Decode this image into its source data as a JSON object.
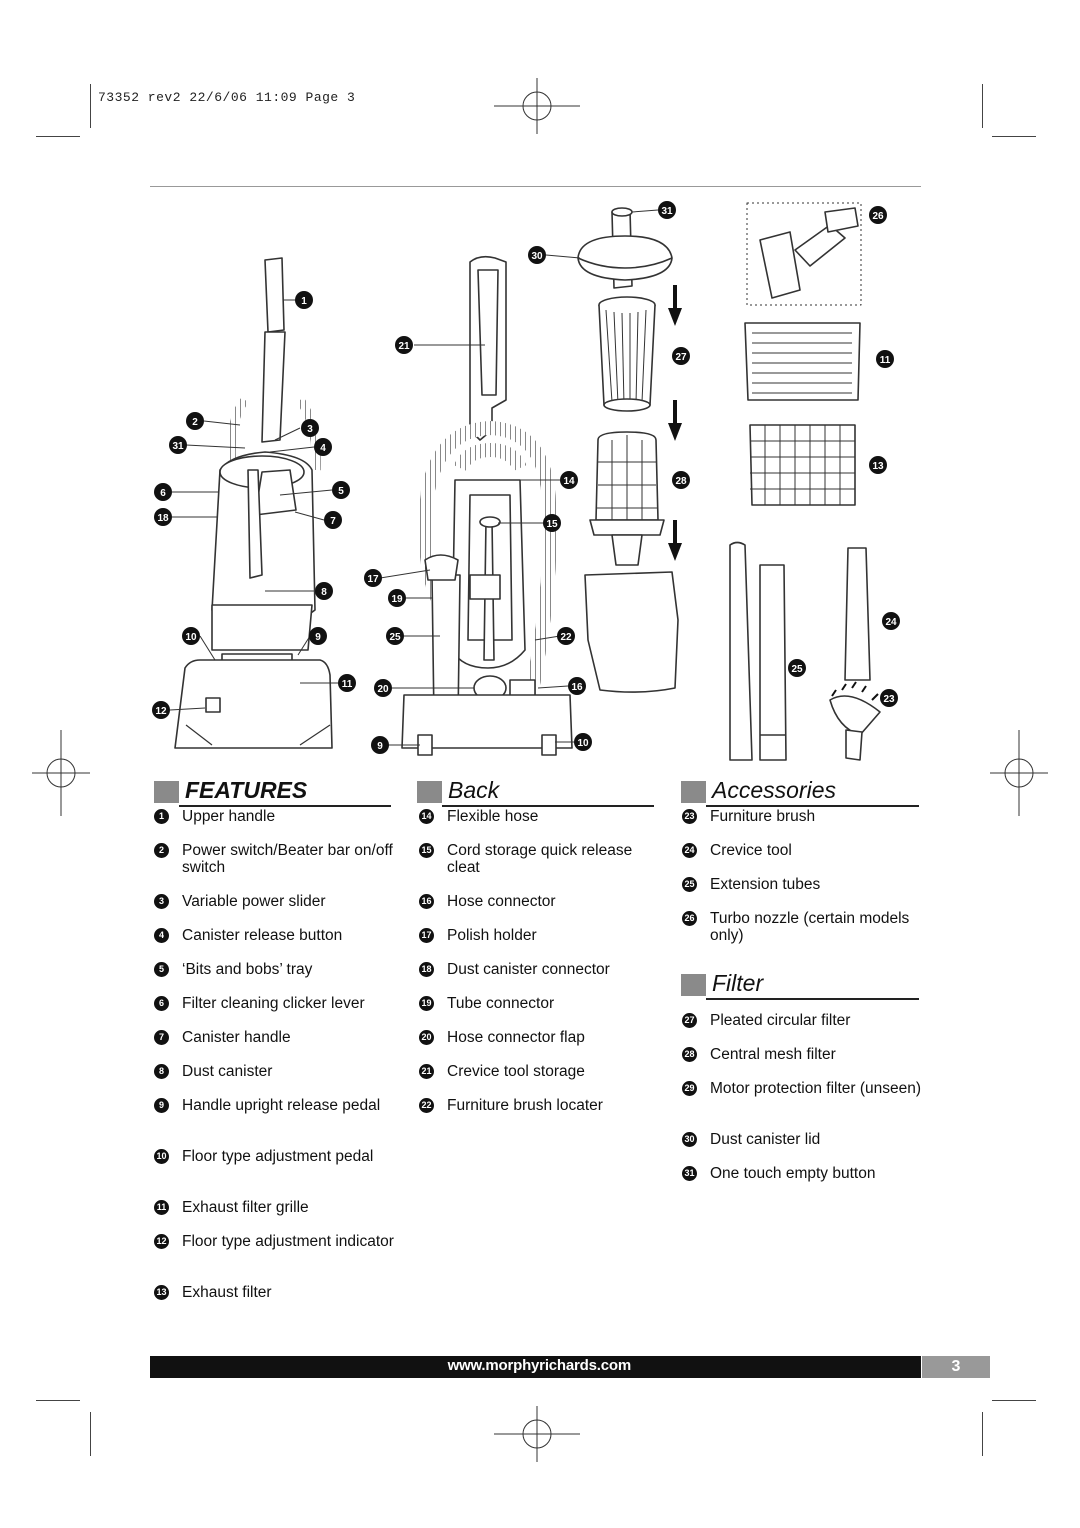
{
  "slug": "73352 rev2  22/6/06  11:09  Page 3",
  "sections": {
    "features": {
      "title": "FEATURES"
    },
    "back": {
      "title": "Back"
    },
    "accessories": {
      "title": "Accessories"
    },
    "filter": {
      "title": "Filter"
    }
  },
  "features_items": [
    {
      "n": "1",
      "t": "Upper handle"
    },
    {
      "n": "2",
      "t": "Power switch/Beater bar on/off switch"
    },
    {
      "n": "3",
      "t": "Variable power slider"
    },
    {
      "n": "4",
      "t": "Canister release button"
    },
    {
      "n": "5",
      "t": "‘Bits and bobs’ tray"
    },
    {
      "n": "6",
      "t": "Filter cleaning clicker lever"
    },
    {
      "n": "7",
      "t": "Canister handle"
    },
    {
      "n": "8",
      "t": "Dust canister"
    },
    {
      "n": "9",
      "t": "Handle  upright release pedal"
    },
    {
      "n": "10",
      "t": "Floor type adjustment pedal"
    },
    {
      "n": "11",
      "t": "Exhaust filter grille"
    },
    {
      "n": "12",
      "t": "Floor type adjustment indicator"
    },
    {
      "n": "13",
      "t": "Exhaust filter"
    }
  ],
  "back_items": [
    {
      "n": "14",
      "t": "Flexible hose"
    },
    {
      "n": "15",
      "t": "Cord storage quick release cleat"
    },
    {
      "n": "16",
      "t": "Hose connector"
    },
    {
      "n": "17",
      "t": "Polish holder"
    },
    {
      "n": "18",
      "t": "Dust canister connector"
    },
    {
      "n": "19",
      "t": "Tube connector"
    },
    {
      "n": "20",
      "t": "Hose connector flap"
    },
    {
      "n": "21",
      "t": "Crevice tool storage"
    },
    {
      "n": "22",
      "t": "Furniture brush locater"
    }
  ],
  "accessories_items": [
    {
      "n": "23",
      "t": "Furniture brush"
    },
    {
      "n": "24",
      "t": "Crevice tool"
    },
    {
      "n": "25",
      "t": "Extension tubes"
    },
    {
      "n": "26",
      "t": "Turbo nozzle (certain models only)"
    }
  ],
  "filter_items": [
    {
      "n": "27",
      "t": "Pleated circular filter"
    },
    {
      "n": "28",
      "t": "Central mesh filter"
    },
    {
      "n": "29",
      "t": "Motor protection filter (unseen)"
    },
    {
      "n": "30",
      "t": "Dust canister lid"
    },
    {
      "n": "31",
      "t": "One touch empty button"
    }
  ],
  "callouts": {
    "c1": "1",
    "c2": "2",
    "c3": "3",
    "c31a": "31",
    "c4": "4",
    "c6": "6",
    "c5": "5",
    "c18": "18",
    "c7": "7",
    "c8": "8",
    "c10a": "10",
    "c9a": "9",
    "c11a": "11",
    "c12": "12",
    "c21": "21",
    "c14": "14",
    "c15": "15",
    "c17": "17",
    "c19": "19",
    "c25a": "25",
    "c22": "22",
    "c20": "20",
    "c16": "16",
    "c9b": "9",
    "c10b": "10",
    "c31b": "31",
    "c30": "30",
    "c27": "27",
    "c28": "28",
    "c26": "26",
    "c11b": "11",
    "c13": "13",
    "c24": "24",
    "c25b": "25",
    "c23": "23"
  },
  "footer": {
    "url": "www.morphyrichards.com",
    "page": "3"
  }
}
